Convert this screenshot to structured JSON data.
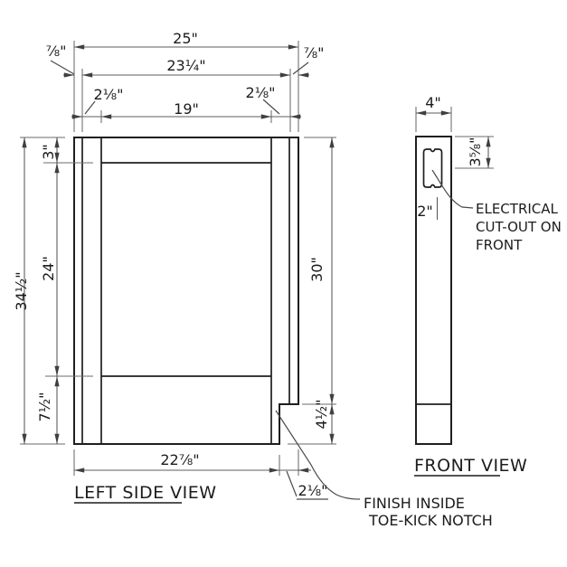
{
  "left_view": {
    "title": "LEFT SIDE VIEW",
    "dim_total_width": "25\"",
    "dim_inner_width": "23¼\"",
    "dim_edge_left": "⅞\"",
    "dim_edge_right": "⅞\"",
    "dim_stile_left": "2⅛\"",
    "dim_stile_right": "2⅛\"",
    "dim_opening_width": "19\"",
    "dim_top_rail": "3\"",
    "dim_total_height": "34½\"",
    "dim_opening_height": "24\"",
    "dim_bottom_rail": "7½\"",
    "dim_door_height": "30\"",
    "dim_toekick_height": "4½\"",
    "dim_bottom_width": "22⅞\"",
    "dim_toekick_depth": "2⅛\""
  },
  "front_view": {
    "title": "FRONT VIEW",
    "dim_width": "4\"",
    "dim_cutout_offset": "3⅝\"",
    "dim_cutout_width": "2\""
  },
  "annotations": {
    "electrical_line1": "ELECTRICAL",
    "electrical_line2": "CUT-OUT ON",
    "electrical_line3": "FRONT",
    "toekick_line1": "FINISH INSIDE",
    "toekick_line2": "TOE-KICK NOTCH"
  }
}
